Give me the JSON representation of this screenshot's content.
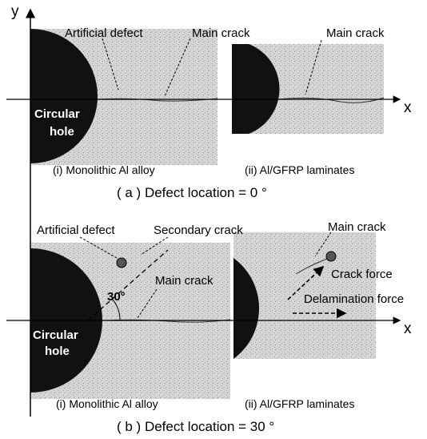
{
  "axes": {
    "y_label": "y",
    "x_label": "x"
  },
  "panel_a": {
    "hole_label_line1": "Circular",
    "hole_label_line2": "hole",
    "artificial_defect": "Artificial defect",
    "main_crack_left": "Main crack",
    "main_crack_right": "Main crack",
    "caption_i": "(i) Monolithic Al alloy",
    "caption_ii": "(ii) Al/GFRP laminates",
    "title": "( a ) Defect location = 0 °"
  },
  "panel_b": {
    "artificial_defect": "Artificial defect",
    "secondary_crack": "Secondary crack",
    "angle": "30°",
    "main_crack_left": "Main crack",
    "hole_label_line1": "Circular",
    "hole_label_line2": "hole",
    "main_crack_right": "Main crack",
    "crack_force": "Crack force",
    "delamination_force": "Delamination force",
    "caption_i": "(i) Monolithic Al alloy",
    "caption_ii": "(ii) Al/GFRP laminates",
    "title": "( b ) Defect location = 30 °"
  },
  "colors": {
    "specimen": "#d4d4d4",
    "hole": "#111111",
    "ink": "#000000"
  }
}
